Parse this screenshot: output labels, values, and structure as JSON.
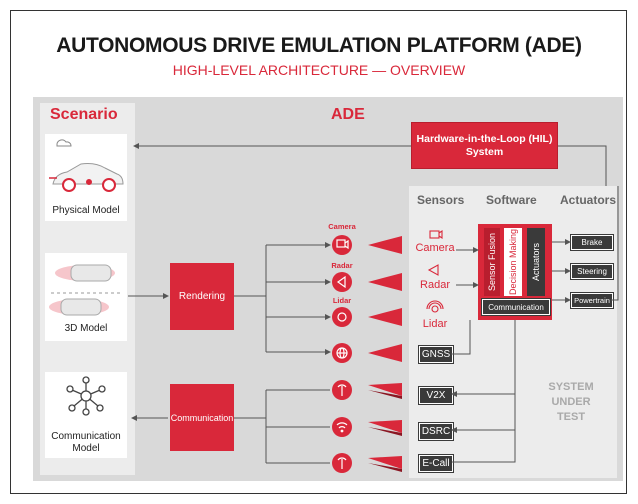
{
  "title": "AUTONOMOUS DRIVE EMULATION PLATFORM (ADE)",
  "subtitle": "HIGH-LEVEL ARCHITECTURE — OVERVIEW",
  "scenario": {
    "header": "Scenario",
    "physical_model": "Physical Model",
    "model_3d": "3D Model",
    "communication_model": "Communication Model"
  },
  "ade": {
    "header": "ADE",
    "hil": "Hardware-in-the-Loop (HIL) System",
    "rendering": "Rendering",
    "communication": "Communication",
    "channel_labels": [
      "Camera",
      "Radar",
      "Lidar"
    ]
  },
  "sut": {
    "sensors_header": "Sensors",
    "software_header": "Software",
    "actuators_header": "Actuators",
    "sensors": [
      "Camera",
      "Radar",
      "Lidar"
    ],
    "gnss": "GNSS",
    "comms": [
      "V2X",
      "DSRC",
      "E-Call"
    ],
    "sensor_fusion": "Sensor Fusion",
    "decision_making": "Decision Making",
    "actuators_block": "Actuators",
    "communication_block": "Communication",
    "actuators": [
      "Brake",
      "Steering",
      "Powertrain"
    ],
    "system_under_test": "SYSTEM UNDER TEST"
  },
  "colors": {
    "accent": "#d9283a",
    "dark": "#3a3a3a",
    "panel": "#d9d9d9"
  }
}
